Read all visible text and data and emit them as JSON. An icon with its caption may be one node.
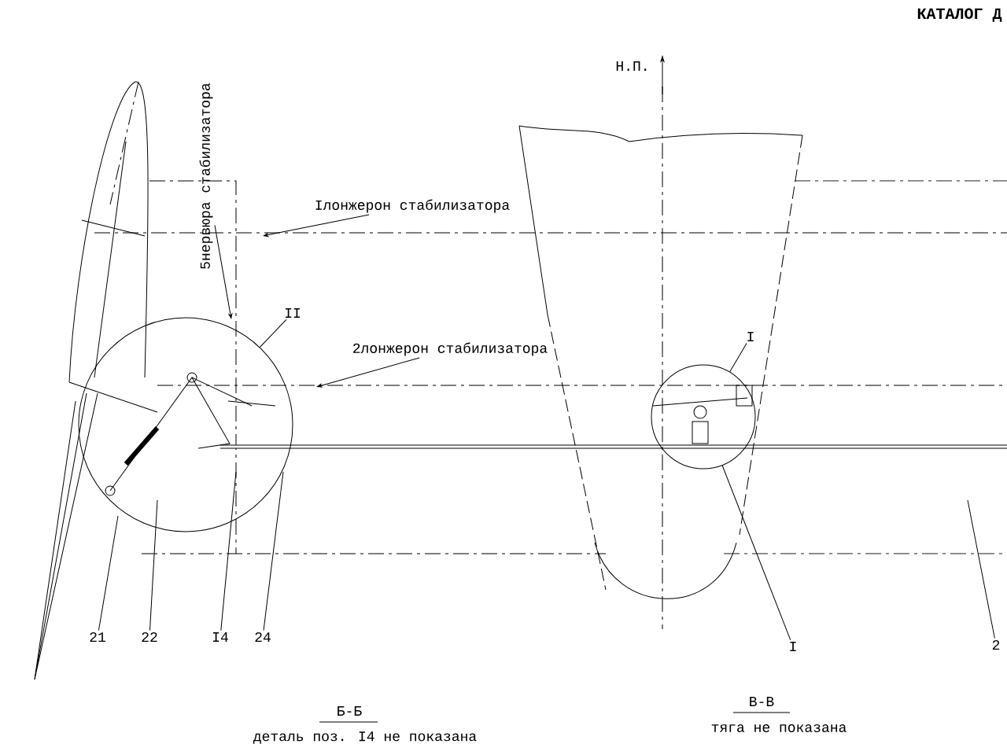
{
  "diagram": {
    "nodes": [
      {
        "text": [
          "5нервюра стабилизатора"
        ]
      },
      {
        "text": [
          "Iлонжерон стабилизатора"
        ]
      },
      {
        "text": [
          "II"
        ]
      },
      {
        "text": [],
        "shape": "circle"
      },
      {
        "text": [
          "2лонжерон стабилизатора"
        ]
      },
      {
        "text": [
          "I"
        ]
      },
      {
        "text": [],
        "shape": "circle"
      },
      {
        "text": [
          "21"
        ]
      },
      {
        "text": [
          "22"
        ]
      },
      {
        "text": [
          "I4"
        ]
      },
      {
        "text": [
          "24"
        ]
      },
      {
        "text": [
          "I"
        ]
      },
      {
        "text": [
          "2"
        ]
      }
    ],
    "edges": [
      {
        "from": 0,
        "to": 3,
        "arrow": "to"
      },
      {
        "from": 1,
        "to": null,
        "arrow": "to"
      },
      {
        "from": 2,
        "to": 3,
        "arrow": "none"
      },
      {
        "from": 4,
        "to": null,
        "arrow": "to"
      },
      {
        "from": 5,
        "to": 6,
        "arrow": "none"
      },
      {
        "from": 7,
        "to": 3,
        "arrow": "none"
      },
      {
        "from": 8,
        "to": 3,
        "arrow": "none"
      },
      {
        "from": 9,
        "to": 3,
        "arrow": "none"
      },
      {
        "from": 10,
        "to": 3,
        "arrow": "none"
      },
      {
        "from": 6,
        "to": 11,
        "arrow": "none"
      },
      {
        "from": 12,
        "to": null,
        "arrow": "none"
      }
    ],
    "labels": [
      "КАТАЛОГ Д",
      "Н.П.",
      "Б-Б",
      "деталь поз. I4 не показана",
      "В-В",
      "тяга не показана"
    ]
  }
}
